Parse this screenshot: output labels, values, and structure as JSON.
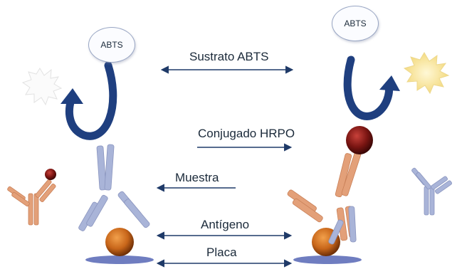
{
  "labels": {
    "substrate": "ABTS",
    "arrows": {
      "sustrato": "Sustrato ABTS",
      "conjugado": "Conjugado HRPO",
      "muestra": "Muestra",
      "antigeno": "Antígeno",
      "placa": "Placa"
    }
  },
  "colors": {
    "arrow": "#1f3a68",
    "curved_arrow": "#1f3f7f",
    "sample_antibody": "#a9b4d8",
    "conjugate_antibody": "#e3a079",
    "antigen": "#c8661a",
    "enzyme": "#7a1512",
    "plate": "#6f7dc0",
    "product": "#f5df8f"
  }
}
